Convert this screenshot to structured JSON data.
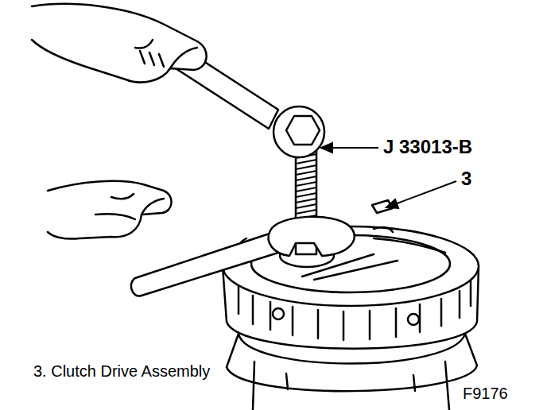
{
  "diagram": {
    "caption": "3. Clutch Drive Assembly",
    "labels": [
      "J 33013-B",
      "3",
      "F9176"
    ]
  }
}
